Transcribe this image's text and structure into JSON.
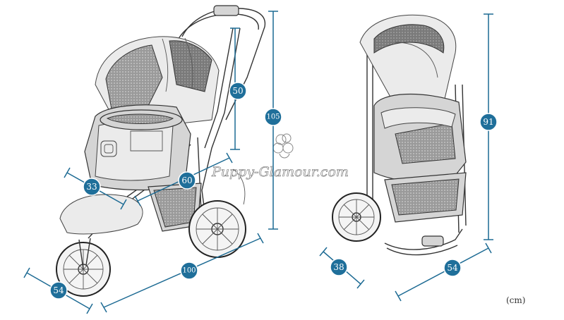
{
  "watermark": {
    "text": "Puppy-Glamour.com"
  },
  "unit_label": "(cm)",
  "left_view": {
    "dimensions": [
      {
        "id": "handle_to_seat",
        "value": "50"
      },
      {
        "id": "total_height",
        "value": "105"
      },
      {
        "id": "cabin_depth",
        "value": "33"
      },
      {
        "id": "cabin_length",
        "value": "60"
      },
      {
        "id": "width",
        "value": "54"
      },
      {
        "id": "length",
        "value": "100"
      }
    ]
  },
  "right_view": {
    "dimensions": [
      {
        "id": "folded_height",
        "value": "91"
      },
      {
        "id": "folded_depth",
        "value": "38"
      },
      {
        "id": "folded_width",
        "value": "54"
      }
    ]
  }
}
